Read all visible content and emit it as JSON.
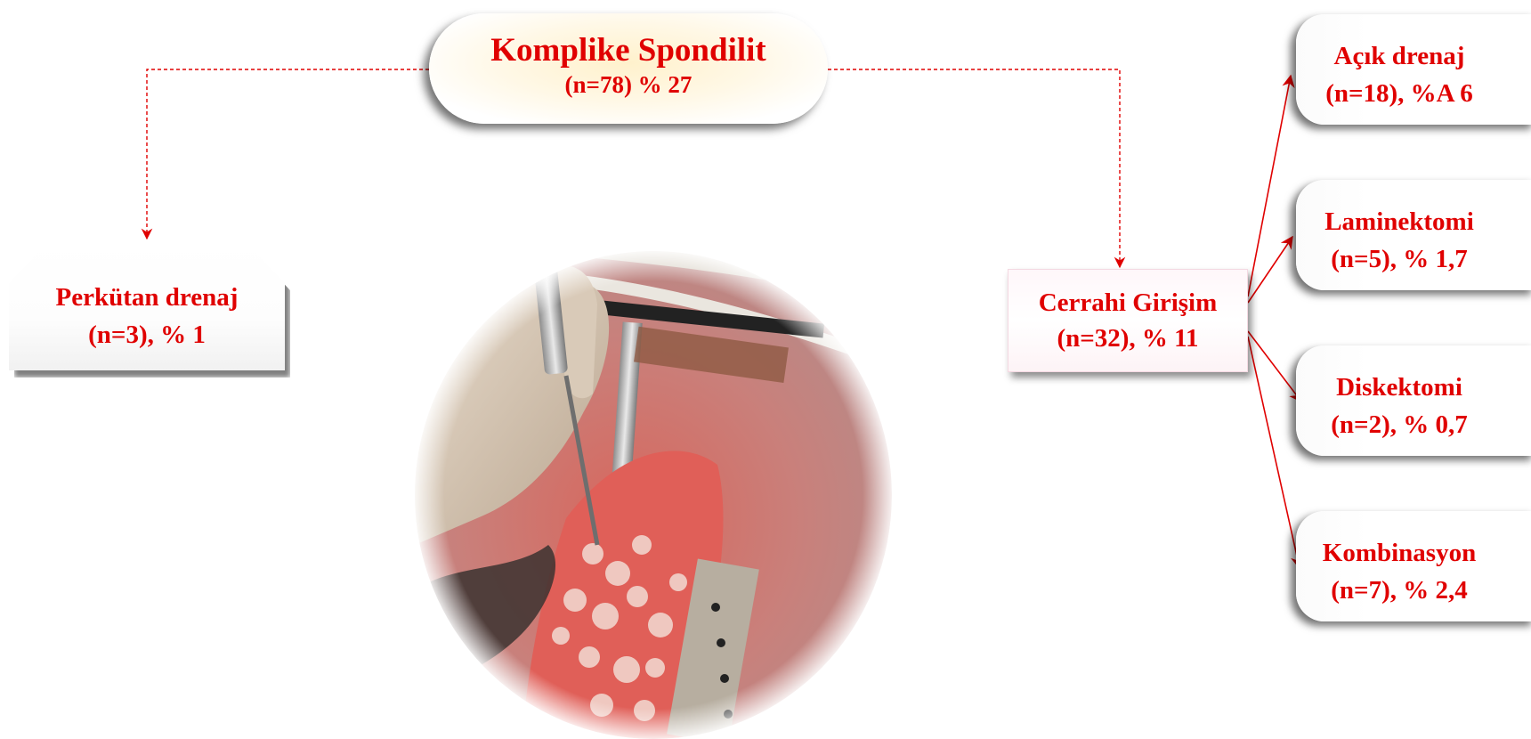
{
  "root": {
    "title": "Komplike Spondilit",
    "value": "(n=78) % 27"
  },
  "left": {
    "title": "Perkütan drenaj",
    "value": "(n=3), % 1"
  },
  "middle": {
    "title": "Cerrahi Girişim",
    "value": "(n=32), % 11"
  },
  "procedures": [
    {
      "title": "Açık drenaj",
      "value": "(n=18), %A 6"
    },
    {
      "title": "Laminektomi",
      "value": "(n=5), % 1,7"
    },
    {
      "title": "Diskektomi",
      "value": "(n=2), % 0,7"
    },
    {
      "title": "Kombinasyon",
      "value": "(n=7), % 2,4"
    }
  ],
  "colors": {
    "text": "#e00000",
    "connector": "#e00000"
  }
}
